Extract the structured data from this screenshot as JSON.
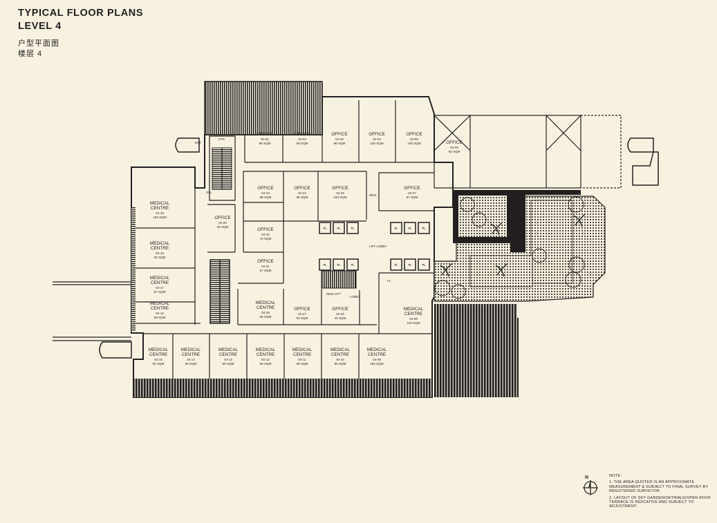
{
  "header": {
    "title_line1": "TYPICAL FLOOR PLANS",
    "title_line2": "LEVEL 4",
    "subtitle_line1": "户型平面图",
    "subtitle_line2": "楼层 4"
  },
  "units": [
    {
      "type": "OFFICE",
      "id": "04-01",
      "area": "98 SQM"
    },
    {
      "type": "OFFICE",
      "id": "04-02",
      "area": "69 SQM"
    },
    {
      "type": "OFFICE",
      "id": "04-03",
      "area": "98 SQM"
    },
    {
      "type": "OFFICE",
      "id": "04-04",
      "area": "100 SQM"
    },
    {
      "type": "OFFICE",
      "id": "04-05",
      "area": "100 SQM"
    },
    {
      "type": "OFFICE",
      "id": "04-06",
      "area": "92 SQM"
    },
    {
      "type": "OFFICE",
      "id": "04-23",
      "area": "88 SQM"
    },
    {
      "type": "OFFICE",
      "id": "04-24",
      "area": "85 SQM"
    },
    {
      "type": "OFFICE",
      "id": "04-25",
      "area": "103 SQM"
    },
    {
      "type": "OFFICE",
      "id": "04-07",
      "area": "87 SQM"
    },
    {
      "type": "MEDICAL CENTRE",
      "id": "04-19",
      "area": "166 SQM"
    },
    {
      "type": "OFFICE",
      "id": "04-20",
      "area": "48 SQM"
    },
    {
      "type": "OFFICE",
      "id": "04-22",
      "area": "76 SQM"
    },
    {
      "type": "MEDICAL CENTRE",
      "id": "04-18",
      "area": "93 SQM"
    },
    {
      "type": "OFFICE",
      "id": "04-21",
      "area": "57 SQM"
    },
    {
      "type": "MEDICAL CENTRE",
      "id": "04-17",
      "area": "87 SQM"
    },
    {
      "type": "MEDICAL CENTRE",
      "id": "04-16",
      "area": "59 SQM"
    },
    {
      "type": "MEDICAL CENTRE",
      "id": "04-28",
      "area": "66 SQM"
    },
    {
      "type": "OFFICE",
      "id": "04-27",
      "area": "53 SQM"
    },
    {
      "type": "OFFICE",
      "id": "04-26",
      "area": "40 SQM"
    },
    {
      "type": "MEDICAL CENTRE",
      "id": "04-08",
      "area": "116 SQM"
    },
    {
      "type": "MEDICAL CENTRE",
      "id": "04-15",
      "area": "62 SQM"
    },
    {
      "type": "MEDICAL CENTRE",
      "id": "04-14",
      "area": "69 SQM"
    },
    {
      "type": "MEDICAL CENTRE",
      "id": "04-13",
      "area": "69 SQM"
    },
    {
      "type": "MEDICAL CENTRE",
      "id": "04-12",
      "area": "69 SQM"
    },
    {
      "type": "MEDICAL CENTRE",
      "id": "04-11",
      "area": "69 SQM"
    },
    {
      "type": "MEDICAL CENTRE",
      "id": "04-10",
      "area": "96 SQM"
    },
    {
      "type": "MEDICAL CENTRE",
      "id": "04-09",
      "area": "192 SQM"
    }
  ],
  "labels": {
    "lift_lobby": "LIFT LOBBY",
    "lobby": "LOBBY",
    "pl": "PL",
    "fl": "FL",
    "str": "STR",
    "bins": "BINS",
    "ext": "EXT",
    "new_lift": "NEW LIFT",
    "ssl": "SSL"
  },
  "compass": {
    "north": "N"
  },
  "notes": {
    "heading": "NOTE:",
    "items": [
      "1. THE AREA QUOTED IS AN APPROXIMATE MEASUREMENT & SUBJECT TO FINAL SURVEY BY REGISTERED SURVEYOR.",
      "2. LAYOUT OF SKY GARDEN/SKYWALK/OPEN ROOF TERRACE IS INDICATIVE AND SUBJECT TO ADJUSTMENT."
    ]
  }
}
